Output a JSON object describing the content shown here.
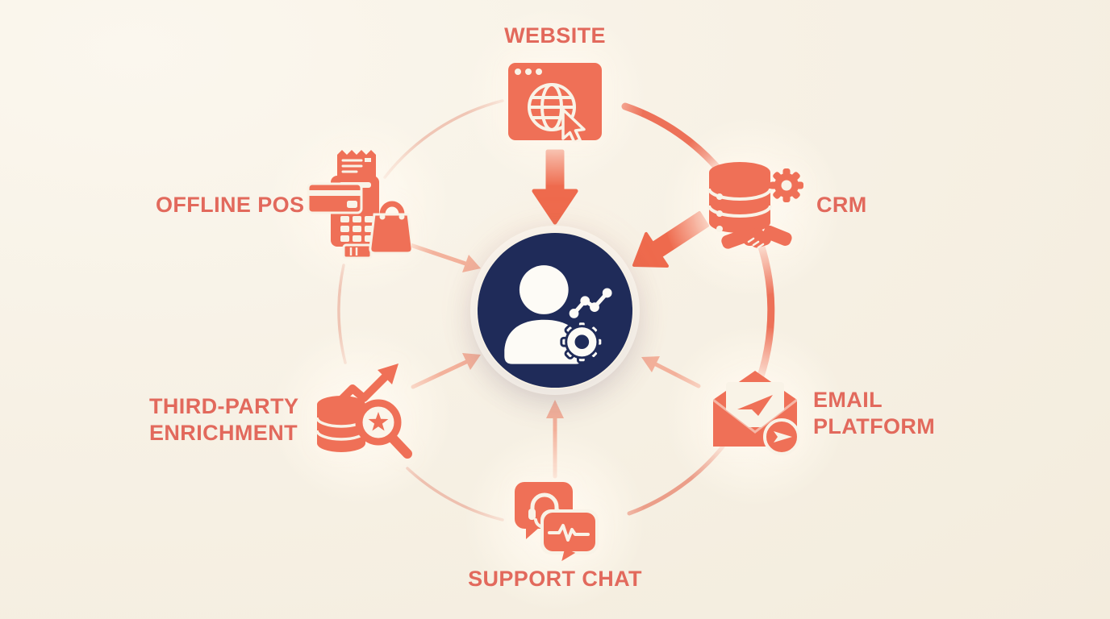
{
  "diagram": {
    "description": "Customer data sources feeding a central customer profile hub",
    "center": {
      "name": "customer-profile-hub",
      "icon": "person-analytics-gear-icon"
    },
    "nodes": [
      {
        "id": "website",
        "label": "WEBSITE",
        "icon": "browser-globe-cursor-icon",
        "position": "top",
        "arrow_to_center": "bold"
      },
      {
        "id": "crm",
        "label": "CRM",
        "icon": "database-gear-handshake-icon",
        "position": "top-right",
        "arrow_to_center": "bold"
      },
      {
        "id": "email-platform",
        "label": "EMAIL PLATFORM",
        "icon": "envelope-send-icon",
        "position": "bottom-right",
        "arrow_to_center": "thin"
      },
      {
        "id": "support-chat",
        "label": "SUPPORT CHAT",
        "icon": "chat-bubbles-headset-waveform-icon",
        "position": "bottom",
        "arrow_to_center": "thin"
      },
      {
        "id": "third-party-enrichment",
        "label": "THIRD-PARTY ENRICHMENT",
        "icon": "coins-trend-magnifier-star-icon",
        "position": "bottom-left",
        "arrow_to_center": "thin"
      },
      {
        "id": "offline-pos",
        "label": "OFFLINE POS",
        "icon": "pos-terminal-card-bag-icon",
        "position": "top-left",
        "arrow_to_center": "thin"
      }
    ],
    "colors": {
      "background": "#f7f1e5",
      "coral": "#ef7057",
      "coral_strong": "#ec6950",
      "coral_light": "#f3a78f",
      "navy": "#1f2b59",
      "label_text": "#e2695c",
      "cream_cutout": "#f9f3e7"
    }
  }
}
